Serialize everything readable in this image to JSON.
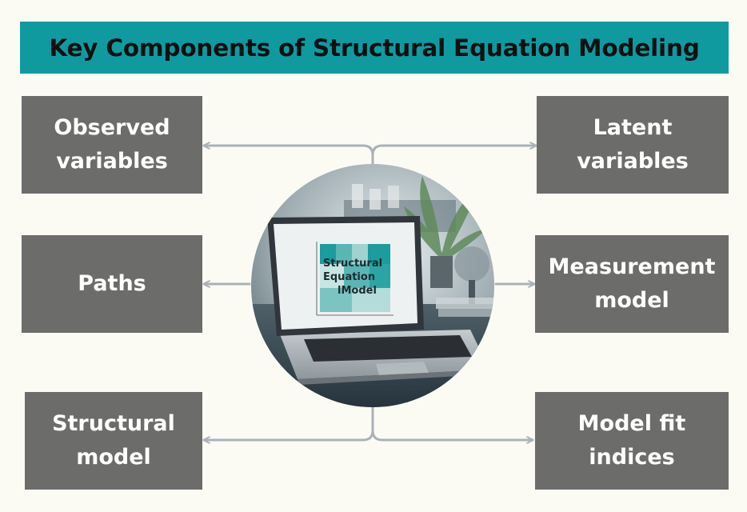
{
  "title": "Key Components of Structural Equation Modeling",
  "components": {
    "observed_variables": "Observed\nvariables",
    "latent_variables": "Latent\nvariables",
    "paths": "Paths",
    "measurement_model": "Measurement\nmodel",
    "structural_model": "Structural\nmodel",
    "model_fit_indices": "Model fit\nindices"
  },
  "laptop_screen": {
    "line1": "Structural",
    "line2": "Equation",
    "line3": "lModel"
  },
  "colors": {
    "title_bar": "#0f9aa0",
    "box": "#6c6c6a",
    "connector": "#a9b2b8",
    "background": "#fbfbf4"
  }
}
